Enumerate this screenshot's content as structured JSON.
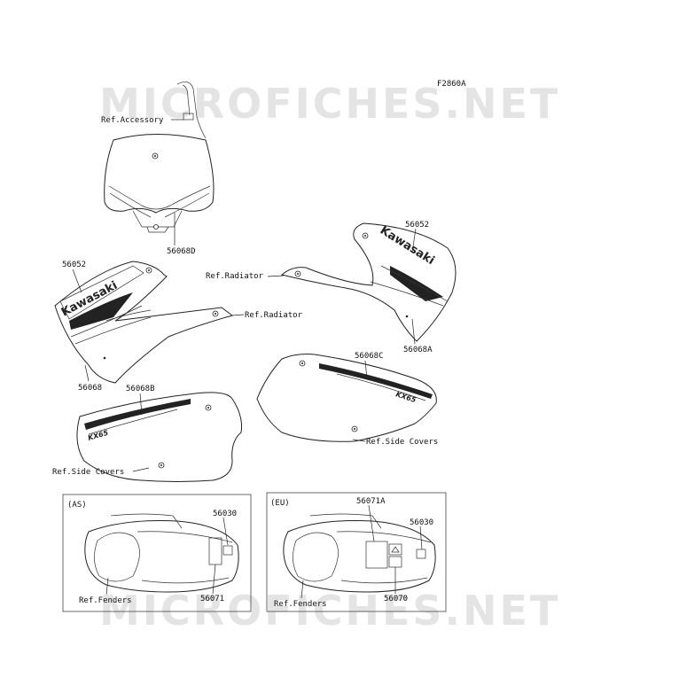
{
  "figure_code": "F2860A",
  "watermark": "MICROFICHES.NET",
  "refs": {
    "accessory": "Ref.Accessory",
    "radiator_right": "Ref.Radiator",
    "radiator_left": "Ref.Radiator",
    "side_covers_right": "Ref.Side Covers",
    "side_covers_left": "Ref.Side Covers",
    "fenders_as": "Ref.Fenders",
    "fenders_eu": "Ref.Fenders"
  },
  "parts": {
    "number_plate": "56068D",
    "shroud_left_logo": "56052",
    "shroud_left": "56068",
    "shroud_right_logo": "56052",
    "shroud_right": "56068A",
    "side_cover_left": "56068B",
    "side_cover_right": "56068C"
  },
  "boxes": {
    "as": {
      "title": "(AS)",
      "part_top": "56030",
      "part_bottom": "56071"
    },
    "eu": {
      "title": "(EU)",
      "part_a": "56071A",
      "part_top": "56030",
      "part_bottom": "56070"
    }
  },
  "decal_text": {
    "brand": "Kawasaki",
    "model": "KX65"
  }
}
